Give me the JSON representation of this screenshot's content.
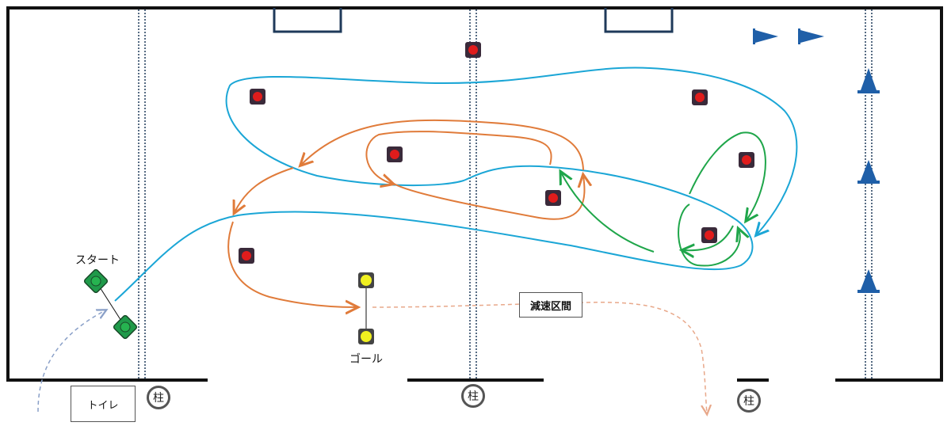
{
  "labels": {
    "start": "スタート",
    "goal": "ゴール",
    "slow_zone": "減速区間",
    "toilet": "トイレ",
    "pillar": "柱"
  },
  "colors": {
    "wall": "#111111",
    "goal_frame": "#1f3a5a",
    "dotted_line": "#1f3a5a",
    "cyan_path": "#1ba6d6",
    "orange_path": "#e07b3a",
    "green_path": "#1fa64a",
    "red_marker": "#e01c1c",
    "marker_border": "#3a2a3a",
    "start_marker": "#1f9a4a",
    "goal_marker": "#f0f020",
    "flag_blue": "#1f5fa8",
    "slow_zone_arrow": "#e8a88a",
    "entry_arrow": "#8aa0c8"
  },
  "icons": [
    "red-square-marker",
    "green-start-marker",
    "yellow-goal-marker",
    "blue-flag-icon",
    "blue-cone-icon"
  ]
}
